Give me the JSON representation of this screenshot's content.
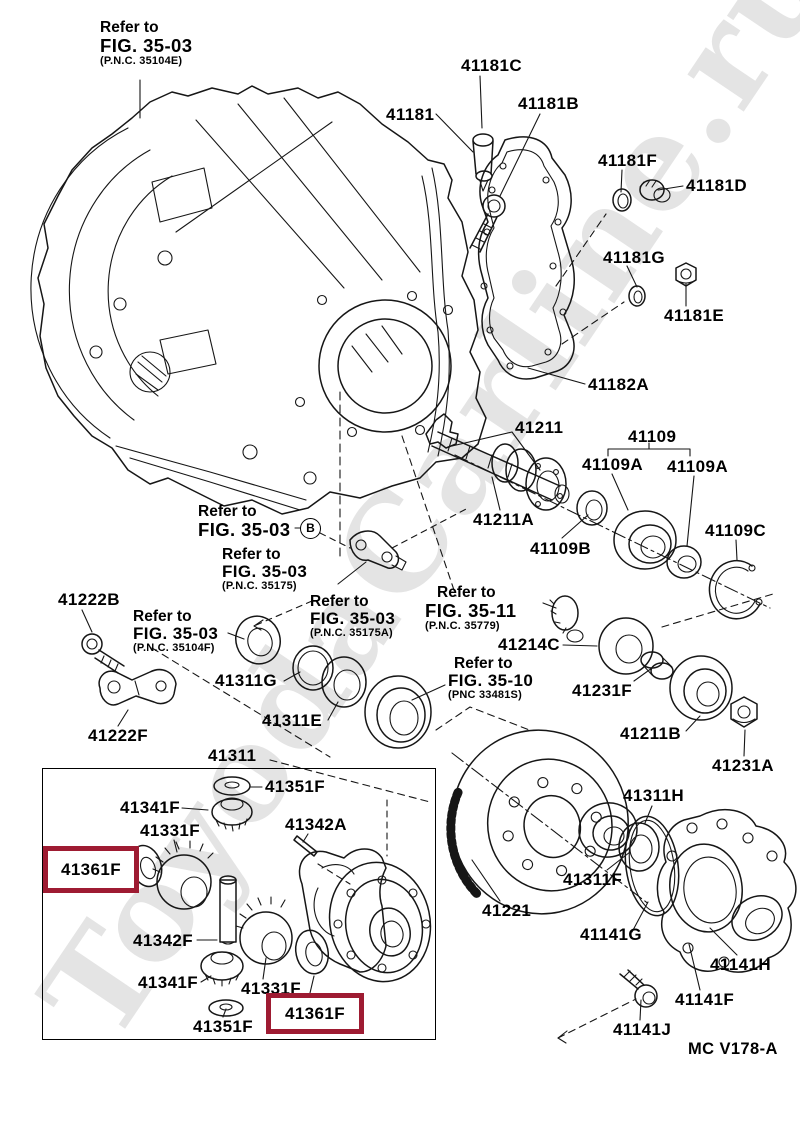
{
  "watermark": "ToyodaCarline.ru",
  "footer": {
    "code": "MC V178-A"
  },
  "colors": {
    "highlight_box": "#9e1b32",
    "line": "#161616",
    "watermark": "#e4e4e4"
  },
  "notes": {
    "fig3503_35104e": {
      "line1": "Refer to",
      "line2": "FIG. 35-03",
      "line3": "(P.N.C. 35104E)"
    },
    "fig3503_b": {
      "line1": "Refer to",
      "line2": "FIG. 35-03",
      "badge": "B"
    },
    "fig3503_35175": {
      "line1": "Refer to",
      "line2": "FIG. 35-03",
      "line3": "(P.N.C. 35175)"
    },
    "fig3503_35104f": {
      "line1": "Refer to",
      "line2": "FIG. 35-03",
      "line3": "(P.N.C. 35104F)"
    },
    "fig3503_35175a": {
      "line1": "Refer to",
      "line2": "FIG. 35-03",
      "line3": "(P.N.C. 35175A)"
    },
    "fig3511_35779": {
      "line1": "Refer to",
      "line2": "FIG. 35-11",
      "line3": "(P.N.C. 35779)"
    },
    "fig3510_33481s": {
      "line1": "Refer to",
      "line2": "FIG. 35-10",
      "line3": "(PNC 33481S)"
    }
  },
  "labels": {
    "p41181c": "41181C",
    "p41181": "41181",
    "p41181b": "41181B",
    "p41181f": "41181F",
    "p41181d": "41181D",
    "p41181g": "41181G",
    "p41181e": "41181E",
    "p41182a": "41182A",
    "p41211": "41211",
    "p41211a": "41211A",
    "p41109": "41109",
    "p41109a_left": "41109A",
    "p41109a_right": "41109A",
    "p41109b": "41109B",
    "p41109c": "41109C",
    "p41222b": "41222B",
    "p41222f": "41222F",
    "p41311g": "41311G",
    "p41311e": "41311E",
    "p41214c": "41214C",
    "p41231f": "41231F",
    "p41211b": "41211B",
    "p41231a": "41231A",
    "p41311": "41311",
    "p41351f_top": "41351F",
    "p41341f_top": "41341F",
    "p41331f_top": "41331F",
    "p41342a": "41342A",
    "p41361f_top": "41361F",
    "p41342f": "41342F",
    "p41341f_bottom": "41341F",
    "p41331f_bottom": "41331F",
    "p41361f_bottom": "41361F",
    "p41351f_bottom": "41351F",
    "p41221": "41221",
    "p41311h": "41311H",
    "p41311f": "41311F",
    "p41141g": "41141G",
    "p41141h": "41141H",
    "p41141f": "41141F",
    "p41141j": "41141J"
  }
}
